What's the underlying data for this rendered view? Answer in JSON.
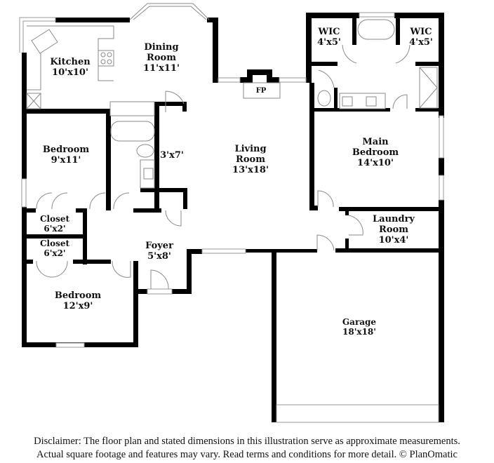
{
  "floor_plan": {
    "rooms": [
      {
        "id": "kitchen",
        "name": "Kitchen",
        "dims": "10'x10'"
      },
      {
        "id": "dining-room",
        "name": "Dining Room",
        "name_lines": [
          "Dining",
          "Room"
        ],
        "dims": "11'x11'"
      },
      {
        "id": "living-room",
        "name": "Living Room",
        "name_lines": [
          "Living",
          "Room"
        ],
        "dims": "13'x18'"
      },
      {
        "id": "wic-left",
        "name": "WIC",
        "dims": "4'x5'"
      },
      {
        "id": "wic-right",
        "name": "WIC",
        "dims": "4'x5'"
      },
      {
        "id": "main-bedroom",
        "name": "Main Bedroom",
        "name_lines": [
          "Main",
          "Bedroom"
        ],
        "dims": "14'x10'"
      },
      {
        "id": "bedroom-2",
        "name": "Bedroom",
        "dims": "9'x11'"
      },
      {
        "id": "bathroom",
        "name": "",
        "dims": "3'x7'"
      },
      {
        "id": "closet-1",
        "name": "Closet",
        "dims": "6'x2'"
      },
      {
        "id": "closet-2",
        "name": "Closet",
        "dims": "6'x2'"
      },
      {
        "id": "foyer",
        "name": "Foyer",
        "dims": "5'x8'"
      },
      {
        "id": "laundry-room",
        "name": "Laundry Room",
        "name_lines": [
          "Laundry",
          "Room"
        ],
        "dims": "10'x4'"
      },
      {
        "id": "bedroom-3",
        "name": "Bedroom",
        "dims": "12'x9'"
      },
      {
        "id": "garage",
        "name": "Garage",
        "dims": "18'x18'"
      }
    ],
    "fixtures": {
      "fireplace": "FP"
    },
    "colors": {
      "wall": "#000000",
      "fixture_line": "#8a8a8a",
      "background": "#ffffff"
    }
  },
  "disclaimer": {
    "line1": "Disclaimer: The floor plan and stated dimensions in this illustration serve as approximate measurements.",
    "line2": "Actual square footage and features may vary. Read terms and conditions for more detail. © PlanOmatic"
  }
}
